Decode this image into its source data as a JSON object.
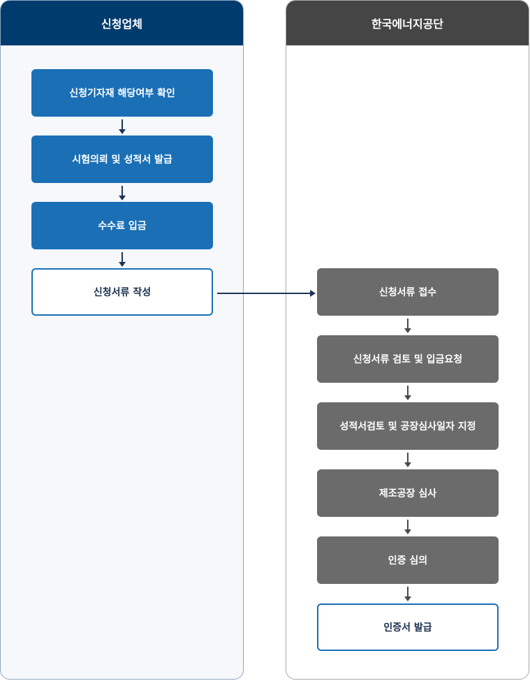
{
  "lanes": {
    "applicant": {
      "title": "신청업체",
      "steps": [
        "신청기자재 해당여부 확인",
        "시험의뢰 및 성적서 발급",
        "수수료 입금",
        "신청서류 작성"
      ]
    },
    "agency": {
      "title": "한국에너지공단",
      "steps": [
        "신청서류 접수",
        "신청서류 검토 및 입금요청",
        "성적서검토 및 공장심사일자 지정",
        "제조공장 심사",
        "인증 심의",
        "인증서 발급"
      ]
    }
  },
  "colors": {
    "applicant_header": "#003b6e",
    "agency_header": "#454545",
    "applicant_step": "#1a6fb5",
    "agency_step": "#6b6b6b",
    "outline_border": "#1a6fb5"
  }
}
